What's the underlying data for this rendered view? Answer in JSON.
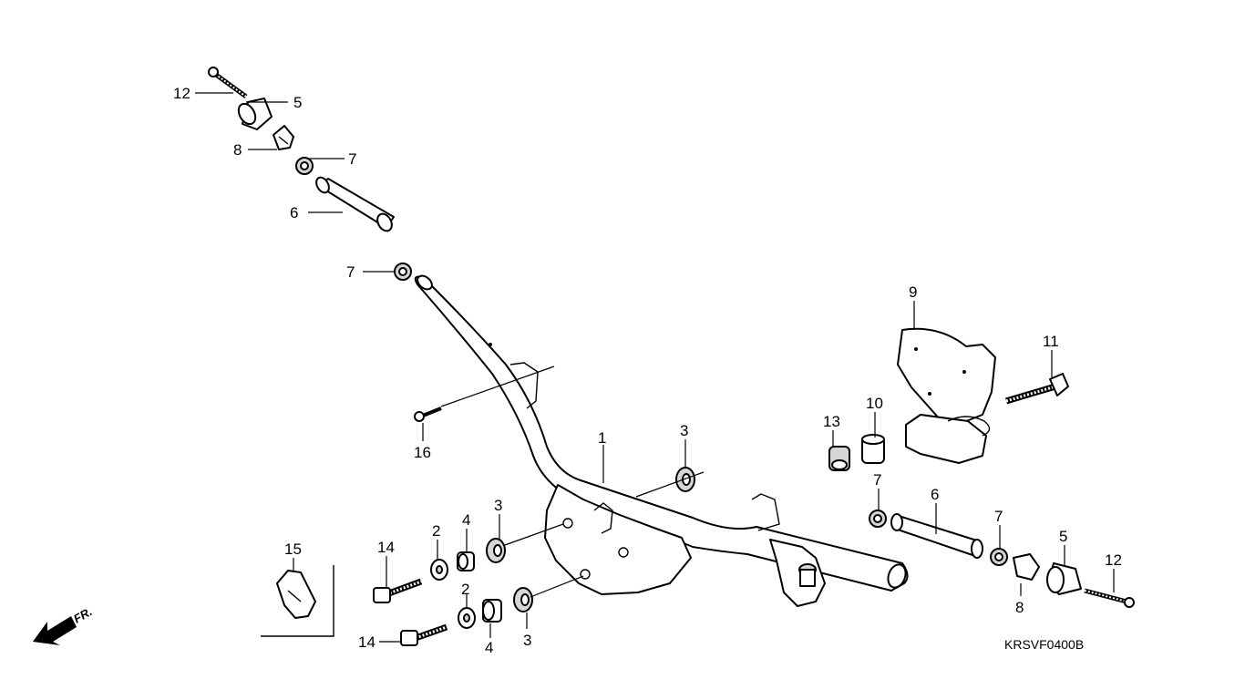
{
  "diagram": {
    "drawing_code": "KRSVF0400B",
    "front_indicator": "FR.",
    "callouts": [
      {
        "id": "c1",
        "label": "1"
      },
      {
        "id": "c2a",
        "label": "2"
      },
      {
        "id": "c2b",
        "label": "2"
      },
      {
        "id": "c3a",
        "label": "3"
      },
      {
        "id": "c3b",
        "label": "3"
      },
      {
        "id": "c3c",
        "label": "3"
      },
      {
        "id": "c4a",
        "label": "4"
      },
      {
        "id": "c4b",
        "label": "4"
      },
      {
        "id": "c5a",
        "label": "5"
      },
      {
        "id": "c5b",
        "label": "5"
      },
      {
        "id": "c6a",
        "label": "6"
      },
      {
        "id": "c6b",
        "label": "6"
      },
      {
        "id": "c7a",
        "label": "7"
      },
      {
        "id": "c7b",
        "label": "7"
      },
      {
        "id": "c7c",
        "label": "7"
      },
      {
        "id": "c7d",
        "label": "7"
      },
      {
        "id": "c8a",
        "label": "8"
      },
      {
        "id": "c8b",
        "label": "8"
      },
      {
        "id": "c9",
        "label": "9"
      },
      {
        "id": "c10",
        "label": "10"
      },
      {
        "id": "c11",
        "label": "11"
      },
      {
        "id": "c12a",
        "label": "12"
      },
      {
        "id": "c12b",
        "label": "12"
      },
      {
        "id": "c13",
        "label": "13"
      },
      {
        "id": "c14a",
        "label": "14"
      },
      {
        "id": "c14b",
        "label": "14"
      },
      {
        "id": "c15",
        "label": "15"
      },
      {
        "id": "c16",
        "label": "16"
      }
    ]
  }
}
